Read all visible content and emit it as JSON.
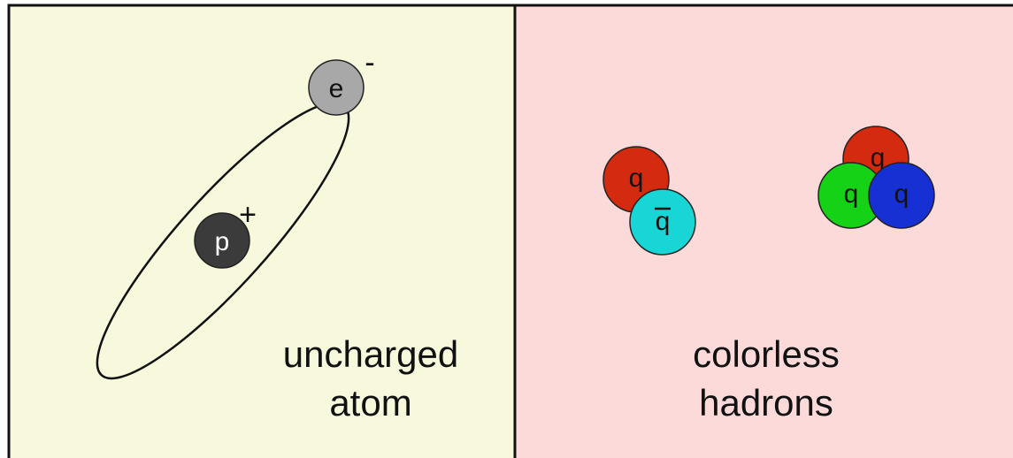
{
  "left_panel": {
    "caption_line1": "uncharged",
    "caption_line2": "atom",
    "background": "#f7f8dc",
    "electron": {
      "label": "e",
      "charge": "-",
      "color": "#a8a8a8"
    },
    "proton": {
      "label": "p",
      "charge": "+",
      "color": "#3b3b3b"
    }
  },
  "right_panel": {
    "caption_line1": "colorless",
    "caption_line2": "hadrons",
    "background": "#fddada",
    "meson": {
      "quark": {
        "label": "q",
        "color": "#d42a10"
      },
      "antiquark": {
        "label": "q",
        "color": "#18d6d6"
      }
    },
    "baryon": {
      "red_quark": {
        "label": "q",
        "color": "#d42a10"
      },
      "green_quark": {
        "label": "q",
        "color": "#16d216"
      },
      "blue_quark": {
        "label": "q",
        "color": "#1630d4"
      }
    }
  }
}
